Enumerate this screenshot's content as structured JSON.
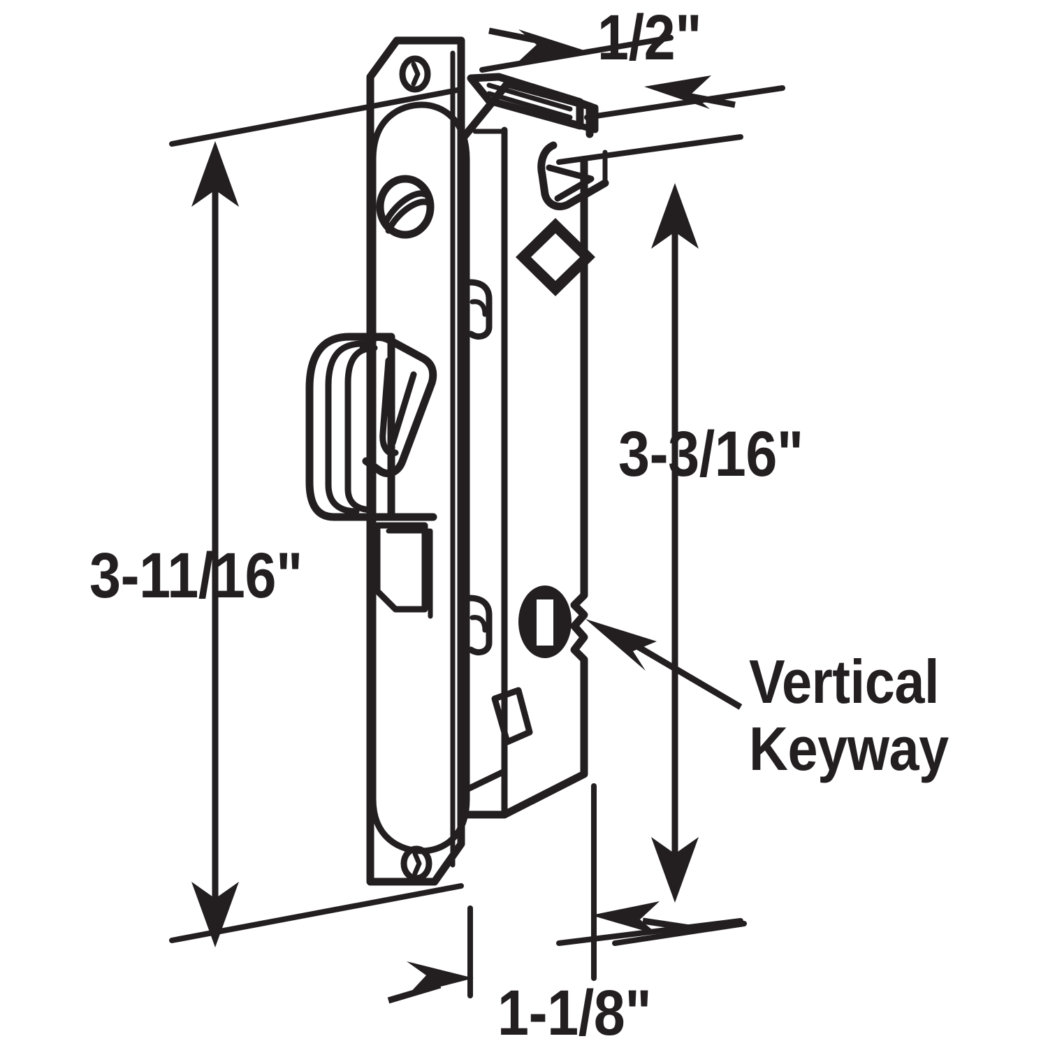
{
  "diagram": {
    "title": "Sliding Glass Door Mortise Lock Dimensions",
    "subject": "mortise-lock",
    "line_color": "#231f20",
    "background_color": "#ffffff"
  },
  "dimensions": {
    "faceplate_width": {
      "value": "1/2\"",
      "unit": "inch",
      "location": "top"
    },
    "lock_body_height": {
      "value": "3-3/16\"",
      "unit": "inch",
      "location": "right"
    },
    "faceplate_height": {
      "value": "3-11/16\"",
      "unit": "inch",
      "location": "left"
    },
    "faceplate_depth": {
      "value": "1-1/8\"",
      "unit": "inch",
      "location": "bottom"
    }
  },
  "callouts": {
    "keyway": {
      "line1": "Vertical",
      "line2": "Keyway"
    }
  },
  "parts": {
    "faceplate": "faceplate",
    "top_screw_hole": "top-mounting-hole",
    "bottom_screw_hole": "bottom-mounting-hole",
    "set_screw": "set-screw",
    "thumb_turn": "thumb-turn-knob",
    "latch_hook": "latch-hook",
    "lock_body": "lock-body",
    "keyway": "vertical-keyway",
    "diamond_marking": "diamond-marking",
    "slot": "latch-slot"
  }
}
